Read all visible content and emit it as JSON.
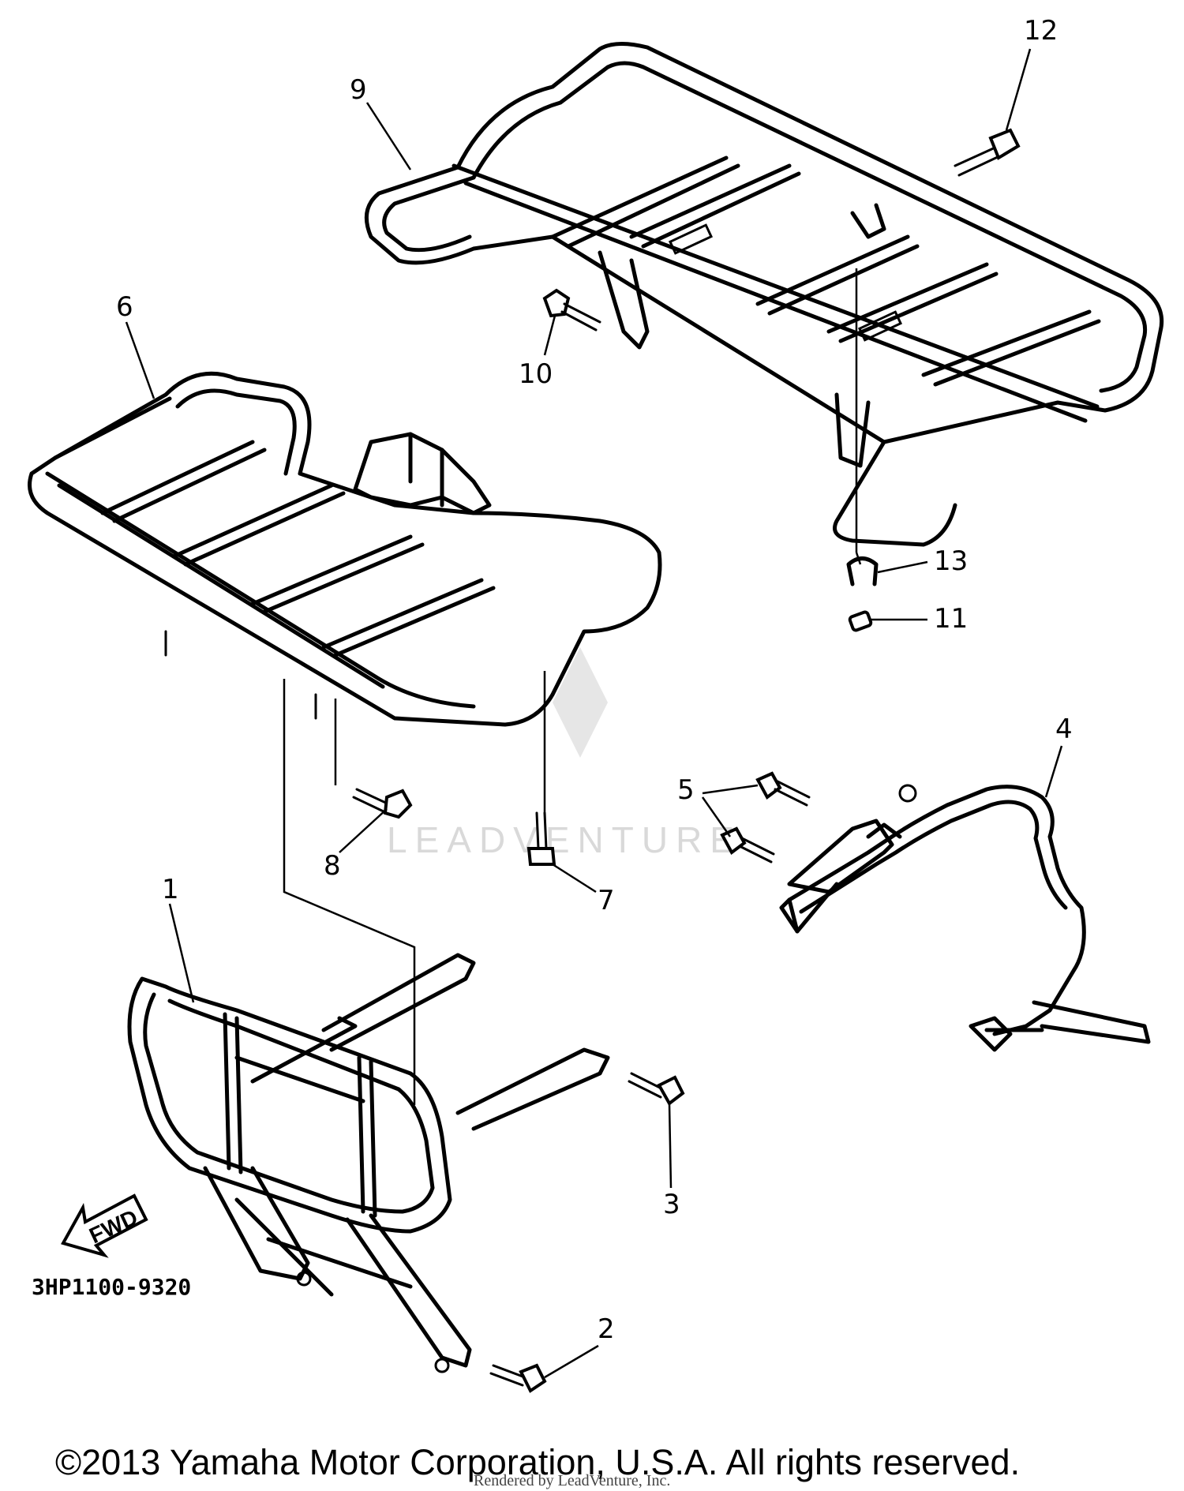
{
  "callouts": {
    "c1": "1",
    "c2": "2",
    "c3": "3",
    "c4": "4",
    "c5": "5",
    "c6": "6",
    "c7": "7",
    "c8": "8",
    "c9": "9",
    "c10": "10",
    "c11": "11",
    "c12": "12",
    "c13": "13"
  },
  "fwd_label": "FWD",
  "diagram_code": "3HP1100-9320",
  "watermark": "LEADVENTURE",
  "copyright": "©2013 Yamaha Motor Corporation, U.S.A. All rights reserved.",
  "rendered_by": "Rendered by LeadVenture, Inc."
}
